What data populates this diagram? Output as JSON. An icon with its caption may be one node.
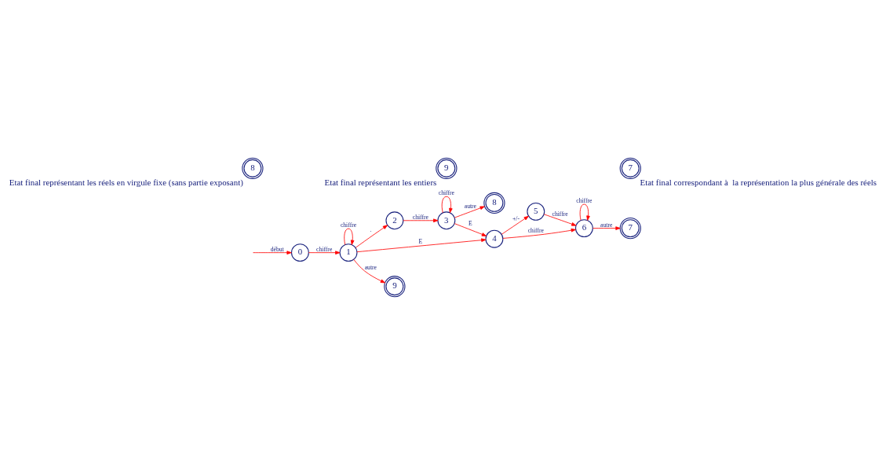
{
  "diagram": {
    "nodes": [
      {
        "text": [
          "0"
        ]
      },
      {
        "text": [
          "1"
        ]
      },
      {
        "text": [
          "2"
        ]
      },
      {
        "text": [
          "3"
        ]
      },
      {
        "text": [
          "4"
        ]
      },
      {
        "text": [
          "5"
        ]
      },
      {
        "text": [
          "6"
        ]
      },
      {
        "text": [
          "7"
        ]
      },
      {
        "text": [
          "8"
        ]
      },
      {
        "text": [
          "9"
        ]
      },
      {
        "text": [
          "8"
        ],
        "beside": [
          "Etat final représentant les réels en virgule fixe (sans partie exposant)"
        ]
      },
      {
        "text": [
          "9"
        ],
        "beside": [
          "Etat final représentant les entiers"
        ]
      },
      {
        "text": [
          "7"
        ],
        "beside": [
          "Etat final correspondant à  la représentation la plus générale des réels"
        ]
      }
    ],
    "edges": [
      {
        "from": null,
        "to": 0,
        "arrow": "to",
        "label": "début"
      },
      {
        "from": 0,
        "to": 1,
        "arrow": "to",
        "label": "chiffre"
      },
      {
        "from": 1,
        "to": 1,
        "arrow": "to",
        "label": "chiffre"
      },
      {
        "from": 1,
        "to": 2,
        "arrow": "to",
        "label": "."
      },
      {
        "from": 2,
        "to": 3,
        "arrow": "to",
        "label": "chiffre"
      },
      {
        "from": 3,
        "to": 3,
        "arrow": "to",
        "label": "chiffre"
      },
      {
        "from": 3,
        "to": 8,
        "arrow": "to",
        "label": "autre"
      },
      {
        "from": 3,
        "to": 4,
        "arrow": "to",
        "label": "E"
      },
      {
        "from": 4,
        "to": 5,
        "arrow": "to",
        "label": "+/-"
      },
      {
        "from": 5,
        "to": 6,
        "arrow": "to",
        "label": "chiffre"
      },
      {
        "from": 6,
        "to": 6,
        "arrow": "to",
        "label": "chiffre"
      },
      {
        "from": 6,
        "to": 7,
        "arrow": "to",
        "label": "autre"
      },
      {
        "from": 1,
        "to": 4,
        "arrow": "to",
        "label": "E"
      },
      {
        "from": 4,
        "to": 6,
        "arrow": "to",
        "label": "chiffre"
      },
      {
        "from": 1,
        "to": 9,
        "arrow": "to",
        "label": "autre"
      }
    ]
  }
}
